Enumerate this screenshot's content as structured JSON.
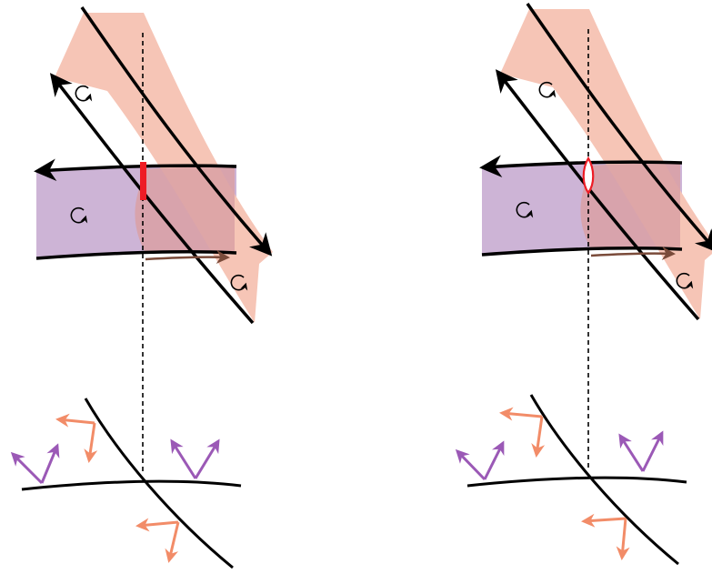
{
  "colors": {
    "background": "#ffffff",
    "pink_band": "#f6c5b6",
    "purple_band": "#cdb4d6",
    "overlap": "#d9a0a4",
    "stroke": "#000000",
    "red_highlight": "#ee1c25",
    "pink_arrow": "#f28c68",
    "purple_arrow": "#9b59b6",
    "brown_arrow": "#7a4b3a"
  },
  "panels": [
    {
      "id": "left",
      "upper": {
        "crossing_marker": "solid-red-bar",
        "icons": [
          "circular-arrow-icon",
          "circular-arrow-icon",
          "circular-arrow-icon"
        ]
      },
      "lower": {
        "vector_pairs": [
          "pink-vector-pair",
          "pink-vector-pair",
          "purple-vector-pair",
          "purple-vector-pair"
        ]
      }
    },
    {
      "id": "right",
      "upper": {
        "crossing_marker": "red-lens-outline",
        "icons": [
          "circular-arrow-icon",
          "circular-arrow-icon",
          "circular-arrow-icon"
        ]
      },
      "lower": {
        "vector_pairs": [
          "pink-vector-pair",
          "pink-vector-pair",
          "purple-vector-pair",
          "purple-vector-pair"
        ]
      }
    }
  ]
}
